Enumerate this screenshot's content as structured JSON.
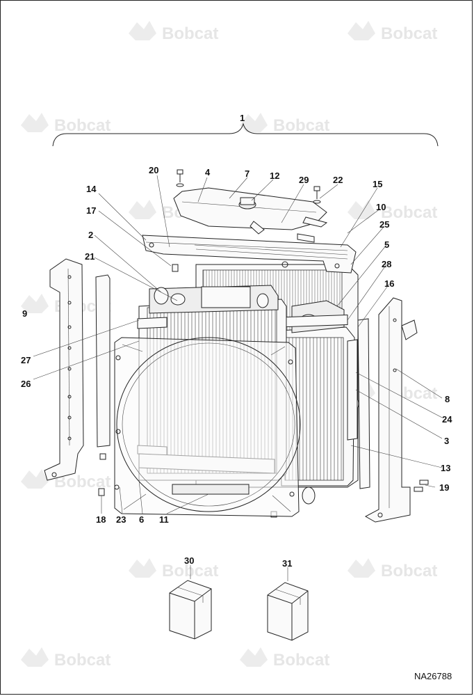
{
  "watermark": {
    "text": "Bobcat"
  },
  "callouts": [
    {
      "id": "c1",
      "label": "1"
    },
    {
      "id": "c20",
      "label": "20"
    },
    {
      "id": "c4",
      "label": "4"
    },
    {
      "id": "c7",
      "label": "7"
    },
    {
      "id": "c12",
      "label": "12"
    },
    {
      "id": "c29",
      "label": "29"
    },
    {
      "id": "c22",
      "label": "22"
    },
    {
      "id": "c15",
      "label": "15"
    },
    {
      "id": "c14",
      "label": "14"
    },
    {
      "id": "c10",
      "label": "10"
    },
    {
      "id": "c17",
      "label": "17"
    },
    {
      "id": "c25",
      "label": "25"
    },
    {
      "id": "c2",
      "label": "2"
    },
    {
      "id": "c5",
      "label": "5"
    },
    {
      "id": "c21",
      "label": "21"
    },
    {
      "id": "c28",
      "label": "28"
    },
    {
      "id": "c16",
      "label": "16"
    },
    {
      "id": "c9",
      "label": "9"
    },
    {
      "id": "c27",
      "label": "27"
    },
    {
      "id": "c26",
      "label": "26"
    },
    {
      "id": "c8",
      "label": "8"
    },
    {
      "id": "c24",
      "label": "24"
    },
    {
      "id": "c3",
      "label": "3"
    },
    {
      "id": "c13",
      "label": "13"
    },
    {
      "id": "c19",
      "label": "19"
    },
    {
      "id": "c18",
      "label": "18"
    },
    {
      "id": "c23",
      "label": "23"
    },
    {
      "id": "c6",
      "label": "6"
    },
    {
      "id": "c11",
      "label": "11"
    },
    {
      "id": "c30",
      "label": "30"
    },
    {
      "id": "c31",
      "label": "31"
    }
  ],
  "reference_code": "NA26788"
}
